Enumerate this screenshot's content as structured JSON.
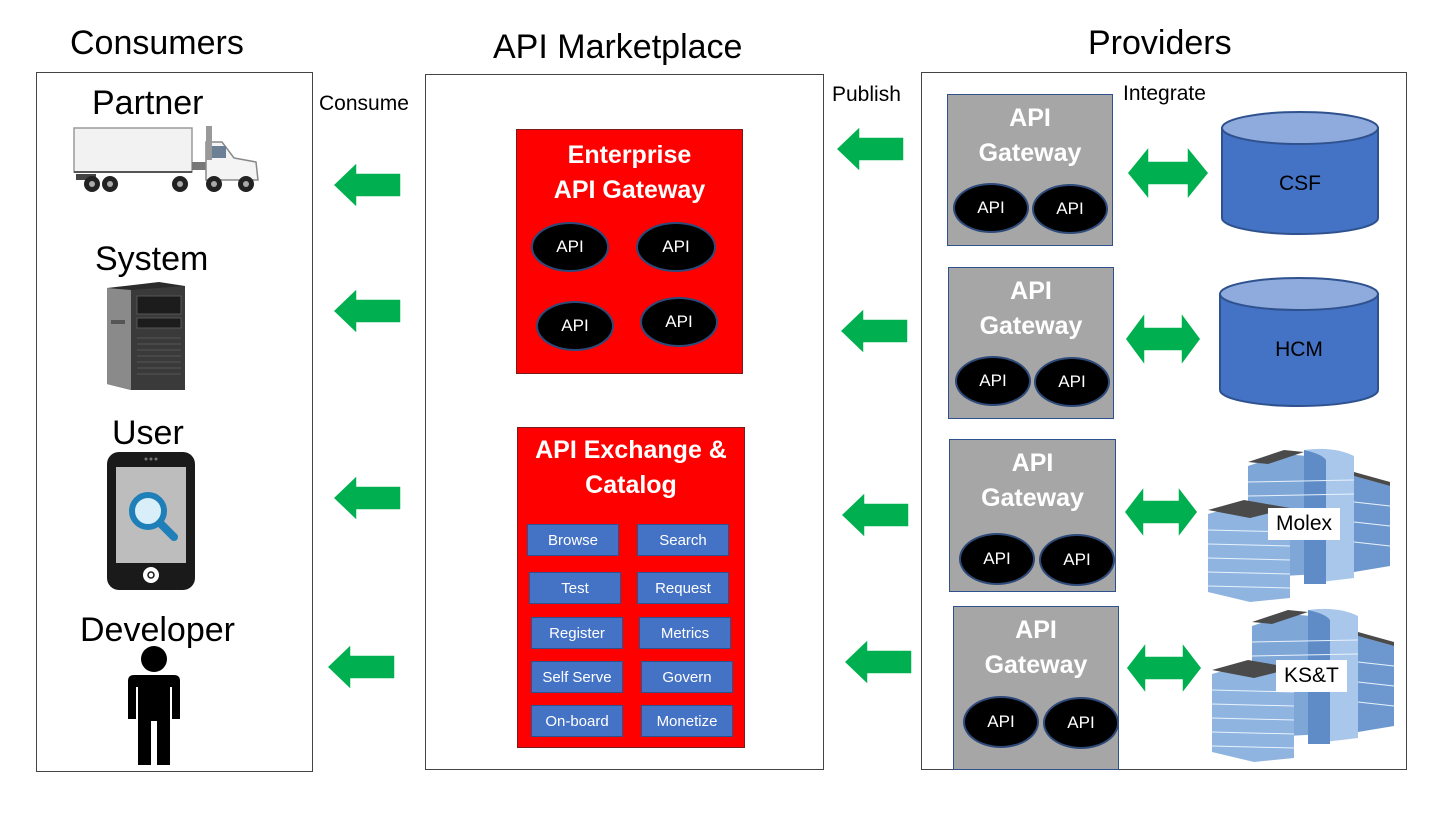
{
  "columns": {
    "consumers": "Consumers",
    "marketplace": "API Marketplace",
    "providers": "Providers"
  },
  "flow_labels": {
    "consume": "Consume",
    "publish": "Publish",
    "integrate": "Integrate"
  },
  "consumers": [
    "Partner",
    "System",
    "User",
    "Developer"
  ],
  "enterprise_gateway": {
    "title_line1": "Enterprise",
    "title_line2": "API Gateway",
    "apis": [
      "API",
      "API",
      "API",
      "API"
    ]
  },
  "exchange": {
    "title_line1": "API Exchange &",
    "title_line2": "Catalog",
    "items": [
      "Browse",
      "Search",
      "Test",
      "Request",
      "Register",
      "Metrics",
      "Self Serve",
      "Govern",
      "On-board",
      "Monetize"
    ]
  },
  "provider_gateways": [
    {
      "line1": "API",
      "line2": "Gateway",
      "apis": [
        "API",
        "API"
      ]
    },
    {
      "line1": "API",
      "line2": "Gateway",
      "apis": [
        "API",
        "API"
      ]
    },
    {
      "line1": "API",
      "line2": "Gateway",
      "apis": [
        "API",
        "API"
      ]
    },
    {
      "line1": "API",
      "line2": "Gateway",
      "apis": [
        "API",
        "API"
      ]
    }
  ],
  "backends": [
    "CSF",
    "HCM",
    "Molex",
    "KS&T"
  ],
  "colors": {
    "arrow_green": "#00b050",
    "arrow_border": "#ffffff",
    "red_box": "#ff0000",
    "chip_blue": "#4472c4",
    "gateway_gray": "#a6a6a6",
    "database_blue": "#4472c4"
  },
  "icons": [
    "truck-icon",
    "server-tower-icon",
    "smartphone-search-icon",
    "person-silhouette-icon",
    "database-icon",
    "office-building-icon"
  ]
}
